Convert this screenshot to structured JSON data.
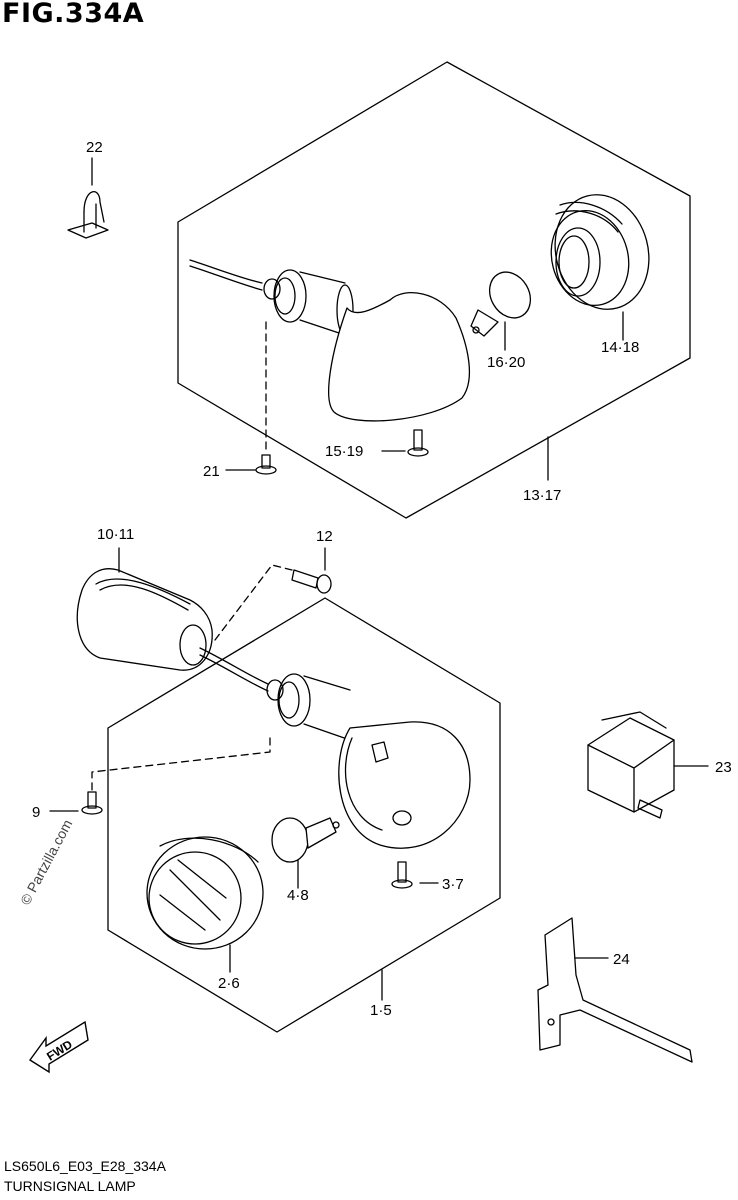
{
  "figure": {
    "title": "FIG.334A",
    "code": "LS650L6_E03_E28_334A",
    "name": "TURNSIGNAL LAMP",
    "watermark": "© Partzilla.com"
  },
  "fwd_label": "FWD",
  "callouts": {
    "p22": "22",
    "p14_18": "14·18",
    "p16_20": "16·20",
    "p21": "21",
    "p15_19": "15·19",
    "p13_17": "13·17",
    "p10_11": "10·11",
    "p12": "12",
    "p23": "23",
    "p9": "9",
    "p3_7": "3·7",
    "p4_8": "4·8",
    "p2_6": "2·6",
    "p1_5": "1·5",
    "p24": "24"
  },
  "icons": [
    "fwd-arrow-icon"
  ]
}
